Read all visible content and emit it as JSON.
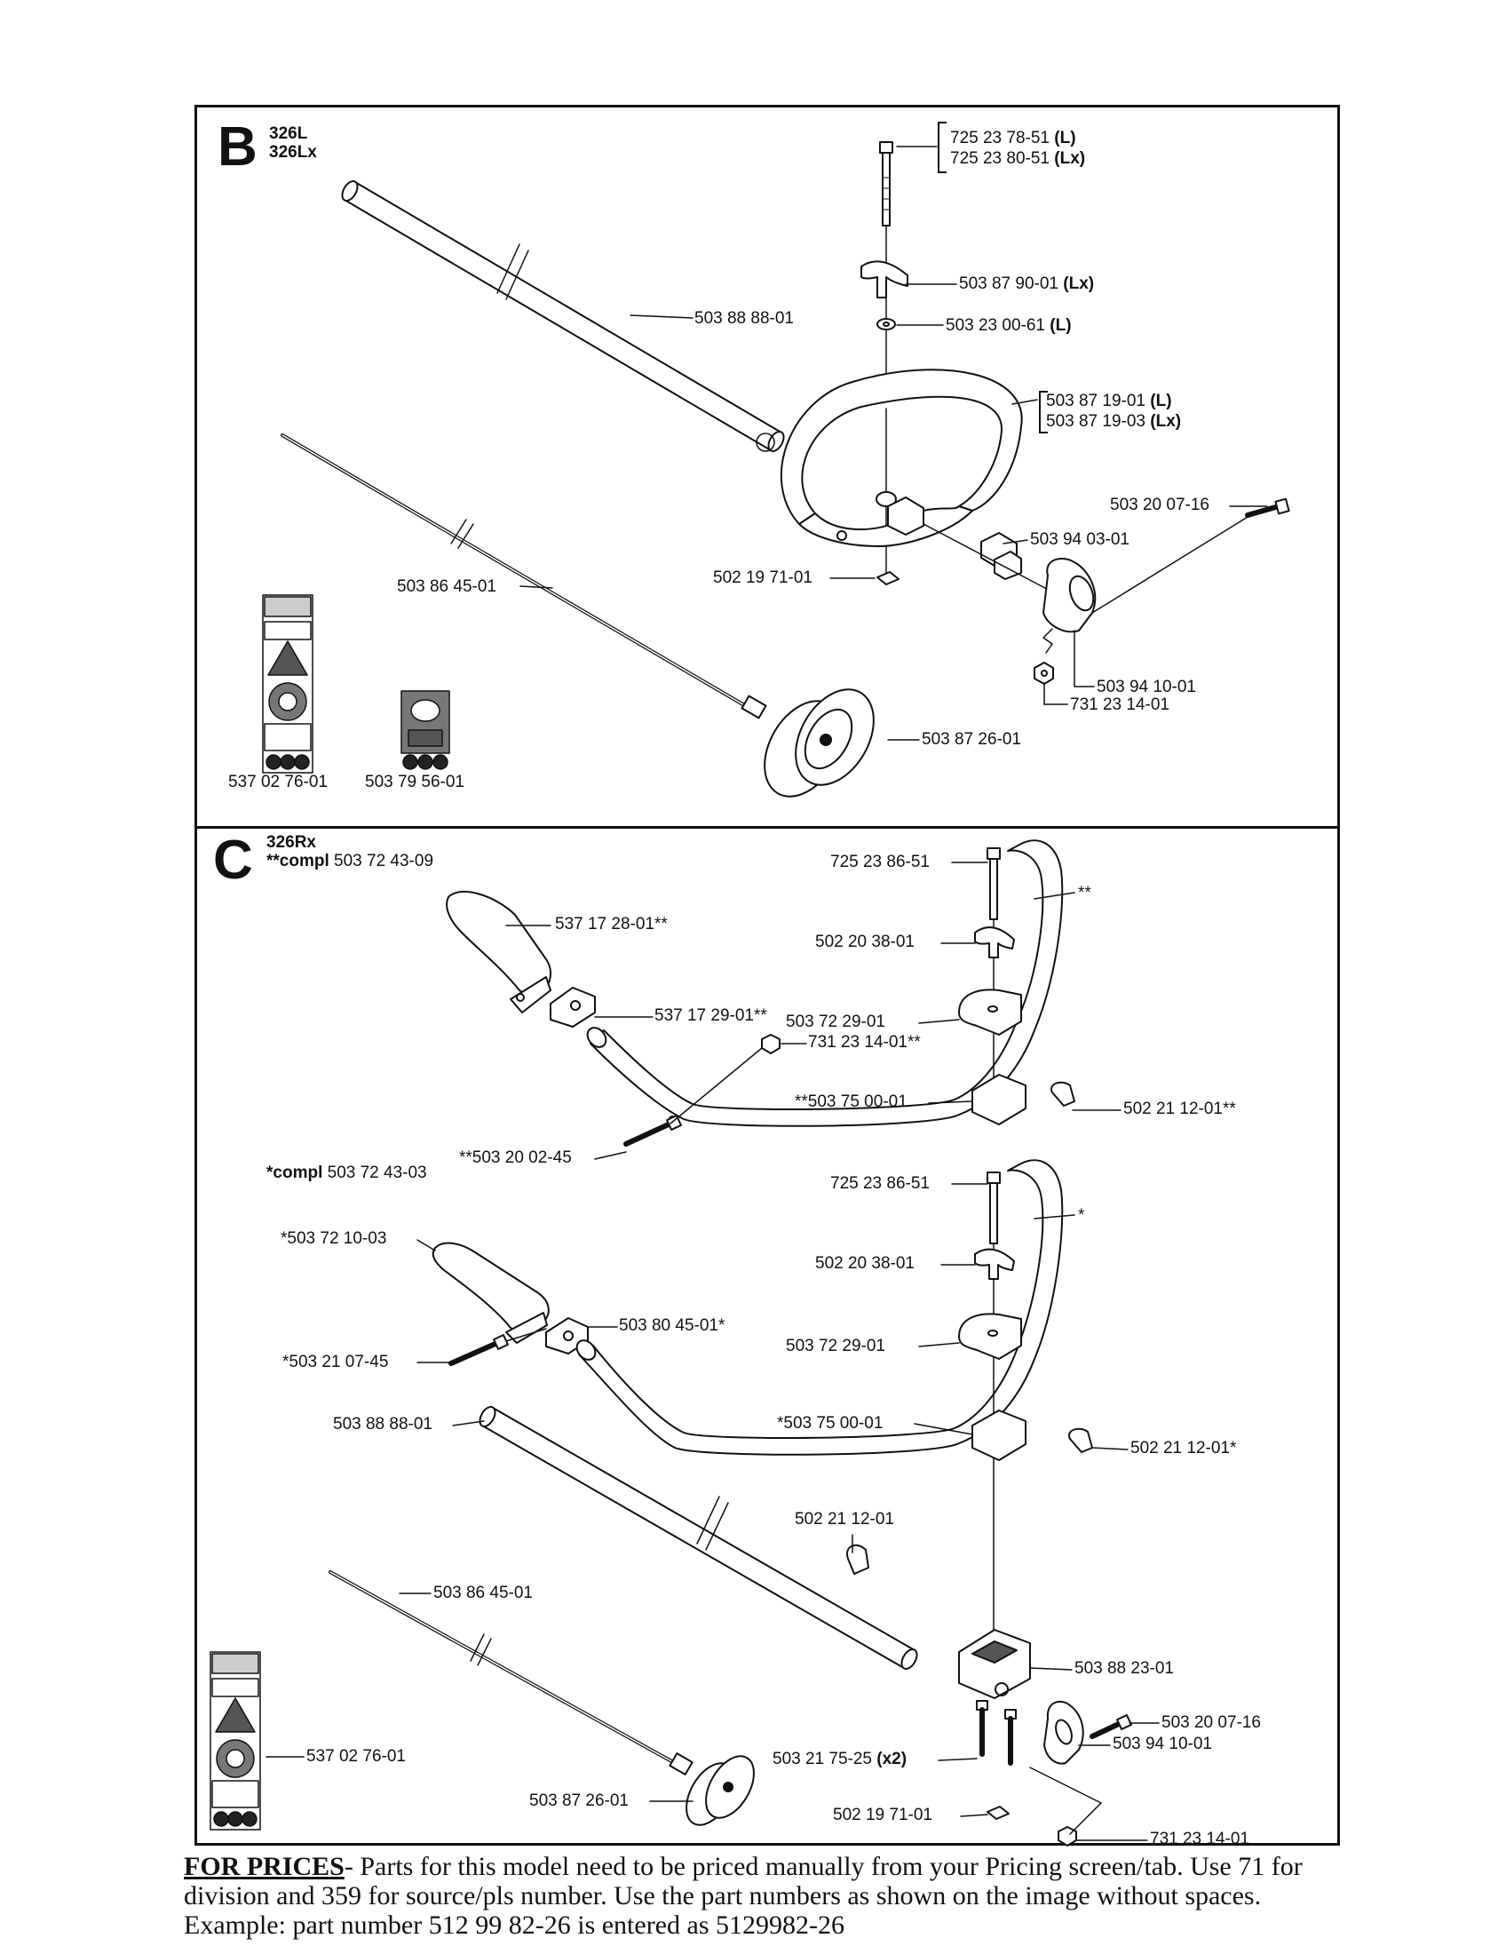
{
  "section_b": {
    "letter": "B",
    "models": [
      "326L",
      "326Lx"
    ],
    "labels": {
      "bolt_l": "725 23 78-51",
      "bolt_l_tag": "(L)",
      "bolt_lx": "725 23 80-51",
      "bolt_lx_tag": "(Lx)",
      "knob": "503 87 90-01",
      "knob_tag": "(Lx)",
      "washer": "503 23 00-61",
      "washer_tag": "(L)",
      "shaft": "503 88 88-01",
      "handle_l": "503 87 19-01",
      "handle_l_tag": "(L)",
      "handle_lx": "503 87 19-03",
      "handle_lx_tag": "(Lx)",
      "screw": "503 20 07-16",
      "clamp": "503 94 03-01",
      "nut_plate": "502 19 71-01",
      "drive_cable": "503 86 45-01",
      "bracket": "503 94 10-01",
      "nut": "731 23 14-01",
      "hub": "503 87 26-01",
      "decal_a": "537 02 76-01",
      "decal_b": "503 79 56-01"
    }
  },
  "section_c": {
    "letter": "C",
    "model": "326Rx",
    "compl_upper_prefix": "**compl",
    "compl_upper": "503 72 43-09",
    "compl_lower_prefix": "*compl",
    "compl_lower": "503 72 43-03",
    "labels": {
      "bolt_a": "725 23 86-51",
      "star2": "**",
      "grip_a": "537 17 28-01**",
      "knob_a": "502 20 38-01",
      "clamp_a": "537 17 29-01**",
      "cap_a": "503 72 29-01",
      "nut_a": "731 23 14-01**",
      "block_a": "**503 75 00-01",
      "clip_a": "502 21 12-01**",
      "screw_a": "**503 20 02-45",
      "bolt_b": "725 23 86-51",
      "star1": "*",
      "grip_b": "*503 72 10-03",
      "knob_b": "502 20 38-01",
      "clamp_b": "503 80 45-01*",
      "screw_b": "*503 21 07-45",
      "cap_b": "503 72 29-01",
      "shaft": "503 88 88-01",
      "block_b": "*503 75 00-01",
      "clip_b": "502 21 12-01*",
      "clip_c": "502 21 12-01",
      "drive_cable": "503 86 45-01",
      "mount": "503 88 23-01",
      "screw_c": "503 20 07-16",
      "decal": "537 02 76-01",
      "screws_x2": "503 21 75-25",
      "screws_x2_tag": "(x2)",
      "bracket": "503 94 10-01",
      "hub": "503 87 26-01",
      "nut_plate": "502 19 71-01",
      "nut": "731 23 14-01"
    }
  },
  "footer": {
    "lead": "FOR PRICES",
    "text": "- Parts for this model need to be priced manually from your Pricing screen/tab. Use 71 for division and 359 for source/pls number.   Use the part numbers as shown on the image without spaces.  Example: part number 512 99 82-26 is entered as 5129982-26"
  }
}
